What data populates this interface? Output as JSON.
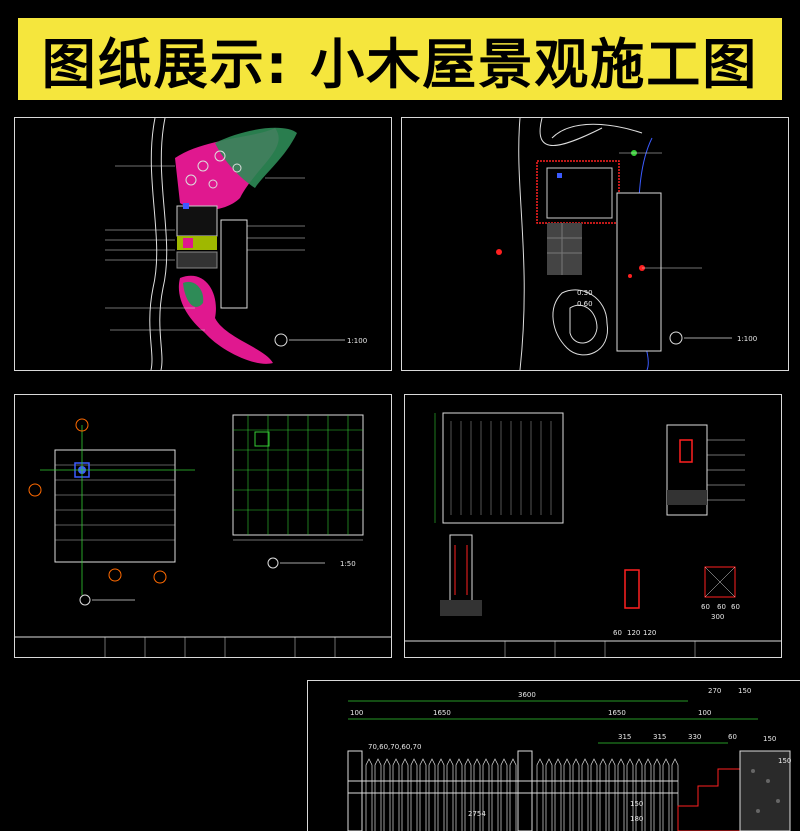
{
  "banner": {
    "title": "图纸展示: 小木屋景观施工图"
  },
  "sheet1": {
    "scale": "1:100"
  },
  "sheet2": {
    "scale": "1:100",
    "labels": {
      "a": "0.30",
      "b": "0.60"
    }
  },
  "sheet3": {
    "scale": "1:50"
  },
  "sheet4": {
    "dims": {
      "d1": "60",
      "d2": "120",
      "d3": "120",
      "d4": "60",
      "d5": "60",
      "d6": "60",
      "d7": "300"
    }
  },
  "sheet5": {
    "top_dims": {
      "total": "3600",
      "left": "100",
      "mid1": "1650",
      "mid2": "1650",
      "right": "100",
      "r1": "270",
      "r2": "150"
    },
    "mid_dims": {
      "a": "315",
      "b": "315",
      "c": "330",
      "d": "60"
    },
    "small_dims": "70,60,70,60,70",
    "bottom_dim": "2754",
    "side_dims": {
      "s1": "150",
      "s2": "180",
      "s3": "150",
      "s4": "150"
    }
  },
  "colors": {
    "background": "#000000",
    "banner": "#f5e63d",
    "line": "#d9d9d9",
    "magenta": "#ff00ff",
    "green": "#33cc33",
    "red": "#ff2020",
    "blue": "#3b5bff"
  }
}
